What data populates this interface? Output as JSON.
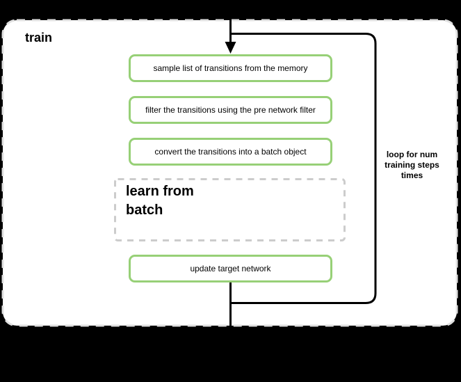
{
  "diagram": {
    "title": "train",
    "steps": [
      {
        "label": "sample list of transitions from the memory"
      },
      {
        "label": "filter the transitions using the pre network filter"
      },
      {
        "label": "convert the transitions into a batch object"
      },
      {
        "label": "update target network"
      }
    ],
    "subprocess": {
      "label": "learn from\nbatch"
    },
    "loop_annotation": "loop for num\ntraining steps\ntimes",
    "colors": {
      "background": "#000000",
      "container_fill": "#ffffff",
      "container_border": "#e0e0e0",
      "step_border": "#97d077",
      "step_fill": "#ffffff",
      "subprocess_border": "#cccccc",
      "flow_stroke": "#000000",
      "text": "#000000"
    }
  }
}
